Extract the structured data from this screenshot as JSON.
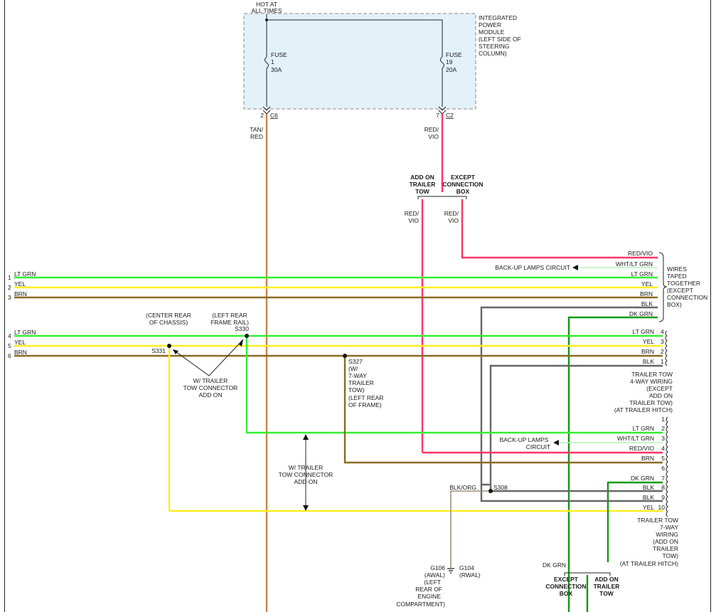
{
  "colors": {
    "tan_red": "#c8834a",
    "red_vio": "#ff3366",
    "lt_grn": "#33ee33",
    "yel": "#ffee22",
    "brn": "#8b6a22",
    "blk": "#666666",
    "dk_grn": "#119911",
    "wht_lt_grn": "#b8f0b8",
    "blk_org": "#a0907a",
    "module_fill": "#e3f1f9"
  },
  "top": {
    "hot_line1": "HOT AT",
    "hot_line2": "ALL TIMES",
    "module_lines": [
      "INTEGRATED",
      "POWER",
      "MODULE",
      "(LEFT SIDE OF",
      "STEERING",
      "COLUMN)"
    ],
    "fuse1": [
      "FUSE",
      "1",
      "30A"
    ],
    "fuse19": [
      "FUSE",
      "19",
      "20A"
    ],
    "c6_pin": "2",
    "c6": "C6",
    "c2_pin": "7",
    "c2": "C2"
  },
  "wires": {
    "tan_red": [
      "TAN/",
      "RED"
    ],
    "red_vio_top": [
      "RED/",
      "VIO"
    ],
    "red_vio_left": [
      "RED/",
      "VIO"
    ],
    "red_vio_right": [
      "RED/",
      "VIO"
    ],
    "blk_org": "BLK/ORG",
    "dk_grn_bottom": "DK GRN"
  },
  "branches": {
    "add_on_tow": [
      "ADD ON",
      "TRAILER",
      "TOW"
    ],
    "except_box": [
      "EXCEPT",
      "CONNECTION",
      "BOX"
    ]
  },
  "left_wires": [
    {
      "pin": "1",
      "label": "LT GRN"
    },
    {
      "pin": "2",
      "label": "YEL"
    },
    {
      "pin": "3",
      "label": "BRN"
    },
    {
      "pin": "4",
      "label": "LT GRN"
    },
    {
      "pin": "5",
      "label": "YEL"
    },
    {
      "pin": "6",
      "label": "BRN"
    }
  ],
  "taped": {
    "labels": [
      "RED/VIO",
      "WHT/LT GRN",
      "LT GRN",
      "YEL",
      "BRN",
      "BLK",
      "DK GRN"
    ],
    "note": [
      "WIRES",
      "TAPED",
      "TOGETHER",
      "(EXCEPT",
      "CONNECTION",
      "BOX)"
    ],
    "backup_circuit": "BACK-UP LAMPS CIRCUIT"
  },
  "four_way": {
    "pins": [
      {
        "label": "LT GRN",
        "pin": "4"
      },
      {
        "label": "YEL",
        "pin": "3"
      },
      {
        "label": "BRN",
        "pin": "2"
      },
      {
        "label": "BLK",
        "pin": "1"
      }
    ],
    "caption": [
      "TRAILER TOW",
      "4-WAY WIRING",
      "(EXCEPT",
      "ADD ON",
      "TRAILER TOW)",
      "(AT TRAILER HITCH)"
    ]
  },
  "seven_way": {
    "pins": [
      {
        "label": "",
        "pin": "1"
      },
      {
        "label": "LT GRN",
        "pin": "2"
      },
      {
        "label": "WHT/LT GRN",
        "pin": "3"
      },
      {
        "label": "RED/VIO",
        "pin": "4"
      },
      {
        "label": "BRN",
        "pin": "5"
      },
      {
        "label": "",
        "pin": "6"
      },
      {
        "label": "DK GRN",
        "pin": "7"
      },
      {
        "label": "BLK",
        "pin": "8"
      },
      {
        "label": "BLK",
        "pin": "9"
      },
      {
        "label": "YEL",
        "pin": "10"
      }
    ],
    "caption": [
      "TRAILER TOW",
      "7-WAY",
      "WIRING",
      "(ADD ON",
      "TRAILER",
      "TOW)",
      "(AT TRAILER HITCH)"
    ],
    "backup_circuit": [
      "BACK-UP LAMPS",
      "CIRCUIT"
    ]
  },
  "splices": {
    "s331": "S331",
    "s330": "S330",
    "s327": "S327",
    "s308": "S308",
    "center_rear": [
      "(CENTER REAR",
      "OF CHASSIS)"
    ],
    "left_rear_rail": [
      "(LEFT REAR",
      "FRAME RAIL)"
    ],
    "s327_note": [
      "(W/",
      "7-WAY",
      "TRAILER",
      "TOW)",
      "(LEFT REAR",
      "OF FRAME)"
    ],
    "w_trailer_1": [
      "W/ TRAILER",
      "TOW CONNECTOR",
      "ADD ON"
    ],
    "w_trailer_2": [
      "W/ TRAILER",
      "TOW CONNECTOR",
      "ADD ON"
    ]
  },
  "grounds": {
    "g106": [
      "G106",
      "(AWAL)",
      "(LEFT",
      "REAR OF",
      "ENGINE",
      "COMPARTMENT)"
    ],
    "g104": [
      "G104",
      "(RWAL)"
    ]
  },
  "bottom_branches": {
    "except_box": [
      "EXCEPT",
      "CONNECTION",
      "BOX"
    ],
    "add_on_tow": [
      "ADD ON",
      "TRAILER",
      "TOW"
    ]
  }
}
